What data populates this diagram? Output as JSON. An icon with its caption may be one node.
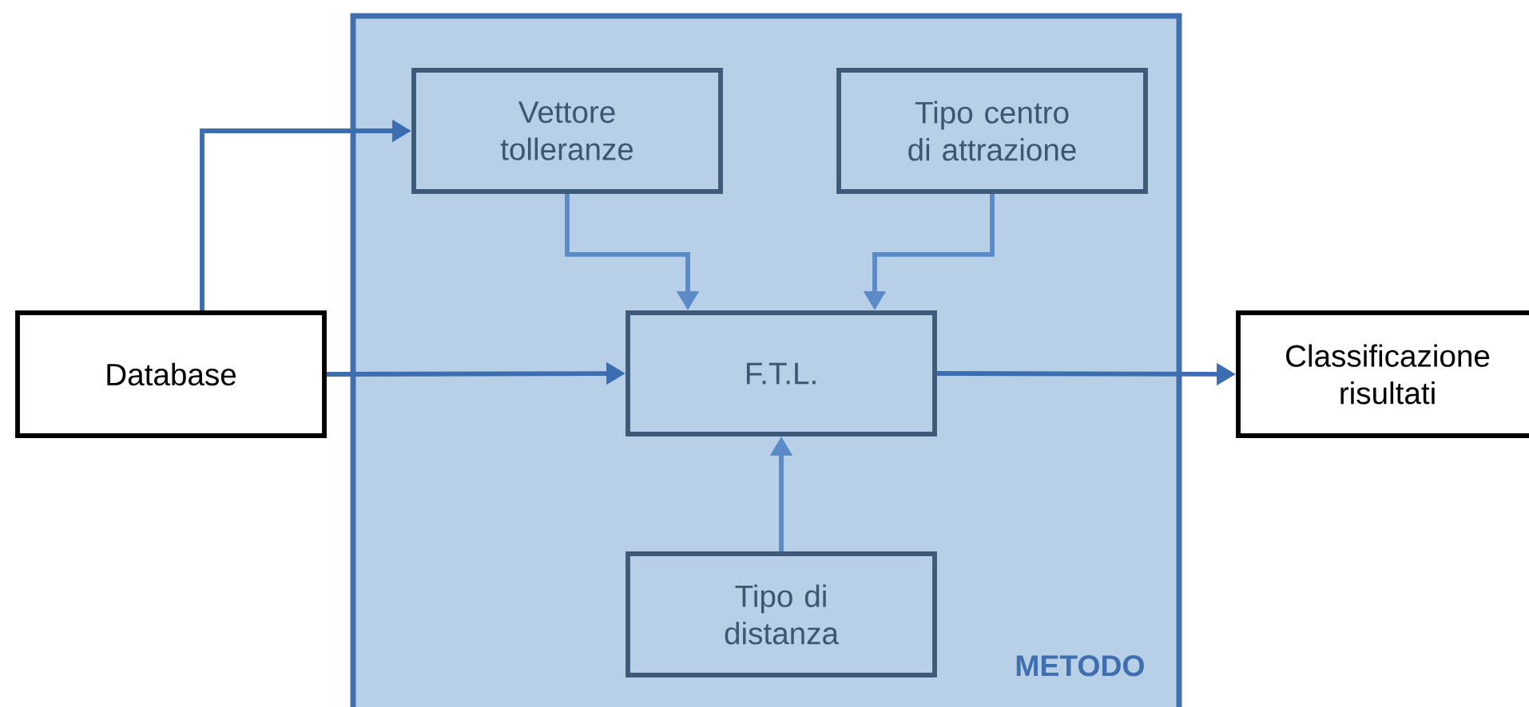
{
  "diagram": {
    "nodes": [
      {
        "text": [
          "METODO"
        ]
      },
      {
        "text": [
          "Database"
        ]
      },
      {
        "text": [
          "Vettore tolleranze"
        ],
        "in": 0
      },
      {
        "text": [
          "Tipo centro di attrazione"
        ],
        "in": 0
      },
      {
        "text": [
          "F.T.L."
        ],
        "in": 0
      },
      {
        "text": [
          "Tipo di distanza"
        ],
        "in": 0
      },
      {
        "text": [
          "Classificazione risultati"
        ]
      }
    ],
    "edges": [
      {
        "from": 1,
        "to": 2,
        "arrow": "to"
      },
      {
        "from": 1,
        "to": 4,
        "arrow": "to"
      },
      {
        "from": 2,
        "to": 4,
        "arrow": "to",
        "color": "#5a8bc6"
      },
      {
        "from": 3,
        "to": 4,
        "arrow": "to",
        "color": "#5a8bc6"
      },
      {
        "from": 5,
        "to": 4,
        "arrow": "to",
        "color": "#5a8bc6"
      },
      {
        "from": 4,
        "to": 6,
        "arrow": "to"
      }
    ]
  }
}
